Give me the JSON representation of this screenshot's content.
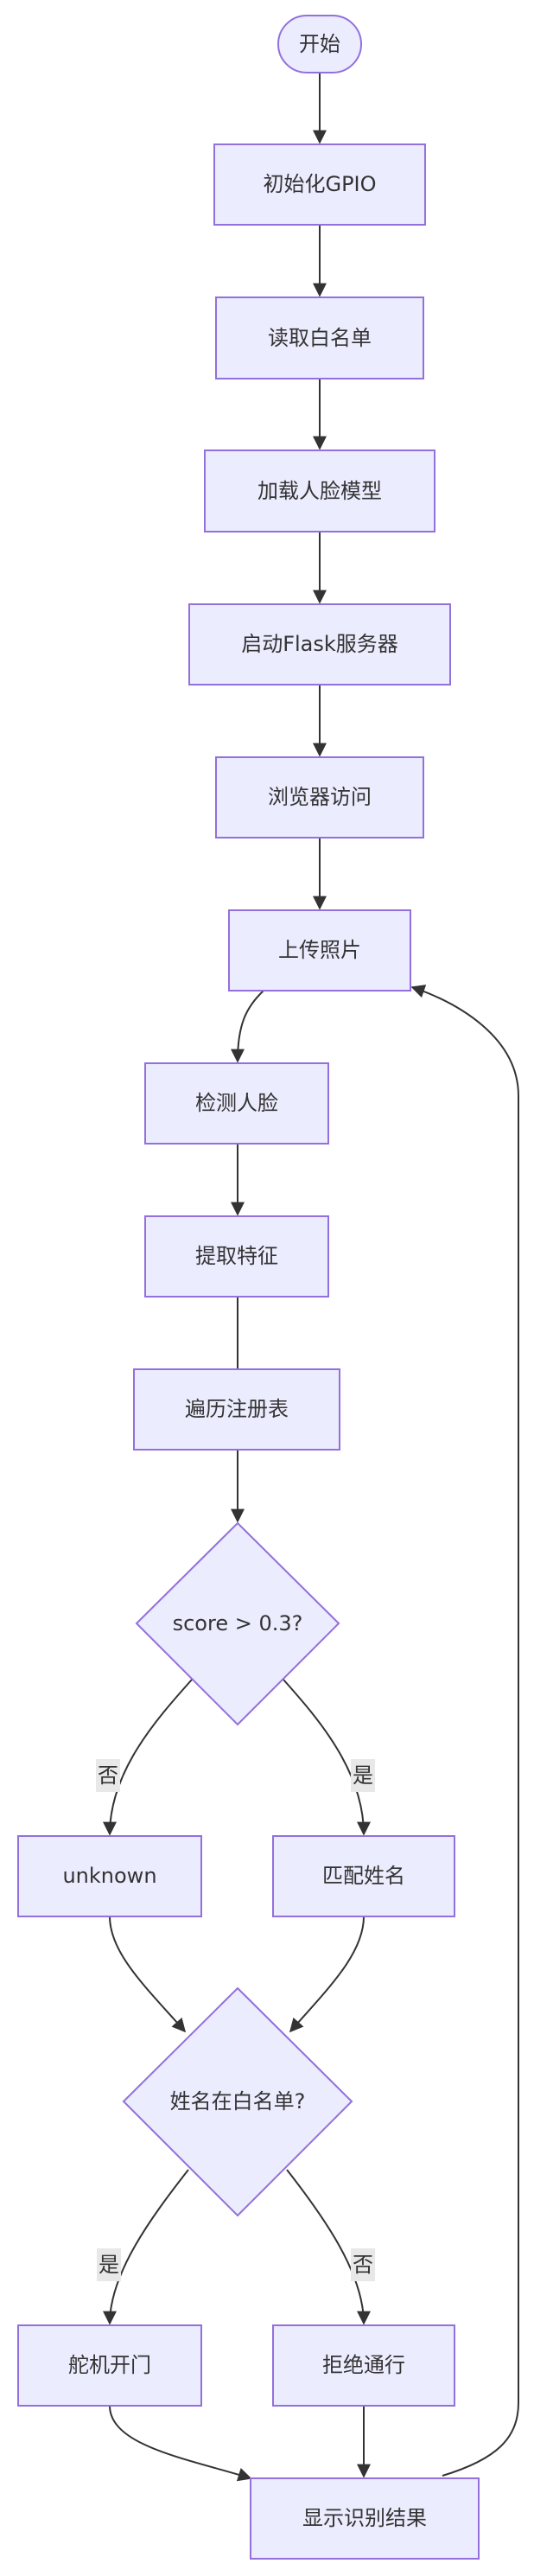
{
  "diagram": {
    "nodes": {
      "start": "开始",
      "init_gpio": "初始化GPIO",
      "read_whitelist": "读取白名单",
      "load_model": "加载人脸模型",
      "start_flask": "启动Flask服务器",
      "browser_access": "浏览器访问",
      "upload_photo": "上传照片",
      "detect_face": "检测人脸",
      "extract_feature": "提取特征",
      "iterate_registry": "遍历注册表",
      "score_check": "score > 0.3?",
      "unknown": "unknown",
      "match_name": "匹配姓名",
      "name_in_whitelist": "姓名在白名单?",
      "servo_open": "舵机开门",
      "deny_pass": "拒绝通行",
      "show_result": "显示识别结果"
    },
    "edge_labels": {
      "score_no": "否",
      "score_yes": "是",
      "whitelist_yes": "是",
      "whitelist_no": "否"
    }
  }
}
